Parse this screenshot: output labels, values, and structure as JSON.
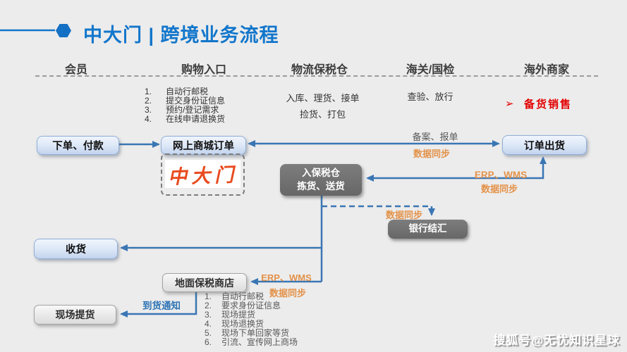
{
  "title": "中大门 | 跨境业务流程",
  "columns": [
    "会员",
    "购物入口",
    "物流保税仓",
    "海关/国检",
    "海外商家"
  ],
  "entry_list": [
    {
      "num": "1.",
      "text": "自动行邮税"
    },
    {
      "num": "2.",
      "text": "提交身份证信息"
    },
    {
      "num": "3.",
      "text": "预约/登记需求"
    },
    {
      "num": "4.",
      "text": "在线申请退换货"
    }
  ],
  "warehouse_line1": "入库、理货、接单",
  "warehouse_line2": "捡货、打包",
  "customs_line": "查验、放行",
  "overseas": {
    "bullet": "➢",
    "label": "备货销售"
  },
  "boxes": {
    "order_pay": "下单、付款",
    "mall_order": "网上商城订单",
    "order_ship": "订单出货",
    "bonded_line1": "入保税仓",
    "bonded_line2": "拣货、送货",
    "bank": "银行结汇",
    "receive": "收货",
    "ground_store": "地面保税商店",
    "pickup": "现场提货"
  },
  "logo_text": "中大门",
  "labels": {
    "filing": "备案、报单",
    "sync_top": "数据同步",
    "erp_right": "ERP、WMS",
    "sync_right": "数据同步",
    "sync_bank": "数据同步",
    "erp_store": "ERP、WMS",
    "sync_store": "数据同步",
    "arrival": "到货通知"
  },
  "store_list": [
    {
      "num": "1.",
      "text": "自动行邮税"
    },
    {
      "num": "2.",
      "text": "要求身份证信息"
    },
    {
      "num": "3.",
      "text": "现场提货"
    },
    {
      "num": "4.",
      "text": "现场退换货"
    },
    {
      "num": "5.",
      "text": "现场下单回家等货"
    },
    {
      "num": "6.",
      "text": "引流、宣传网上商场"
    }
  ],
  "watermark": "搜狐号@无忧知识星球",
  "colors": {
    "accent_blue": "#1276cb",
    "line_blue": "#3a76b4",
    "orange": "#e3924a",
    "red": "#e30000",
    "gray_label": "#595959",
    "link_blue": "#2e74b5"
  }
}
